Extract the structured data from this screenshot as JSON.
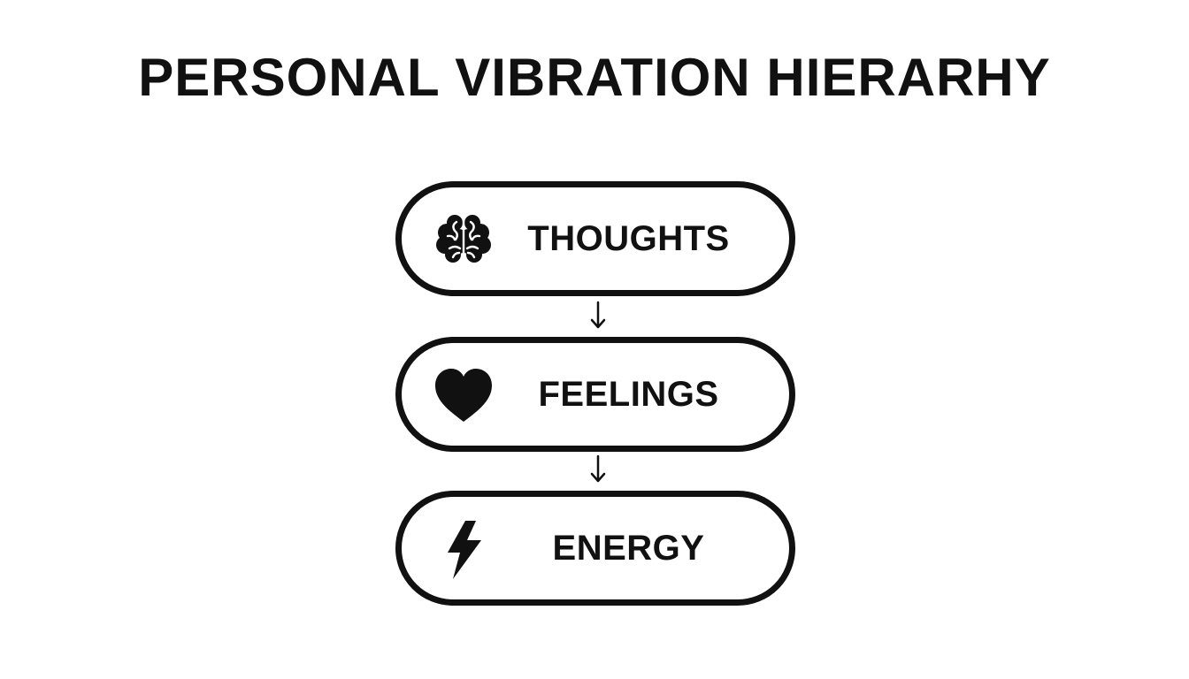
{
  "title": "PERSONAL VIBRATION HIERARHY",
  "steps": [
    {
      "label": "THOUGHTS",
      "icon": "brain-icon"
    },
    {
      "label": "FEELINGS",
      "icon": "heart-icon"
    },
    {
      "label": "ENERGY",
      "icon": "lightning-bolt-icon"
    }
  ],
  "colors": {
    "stroke": "#111111",
    "background": "#ffffff"
  }
}
